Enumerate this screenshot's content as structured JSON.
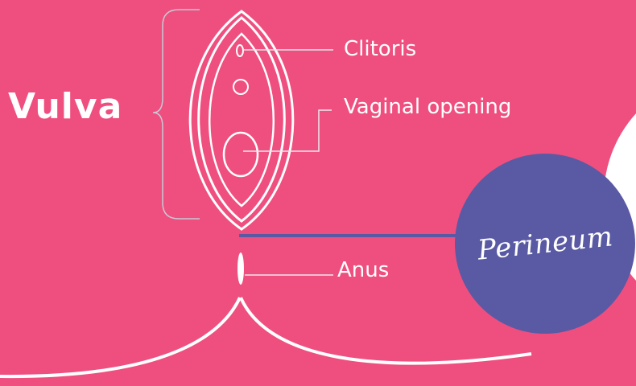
{
  "labels": {
    "vulva": "Vulva",
    "clitoris": "Clitoris",
    "vaginal_opening": "Vaginal opening",
    "anus": "Anus",
    "perineum": "Perineum"
  },
  "colors": {
    "background": "#ef4f7f",
    "perineum_circle": "#5a5aa4",
    "perineum_line": "#5a5aa4",
    "outline": "#ffffff",
    "bracket": "#c9c9d6",
    "leader_line": "#e8e8ee"
  }
}
